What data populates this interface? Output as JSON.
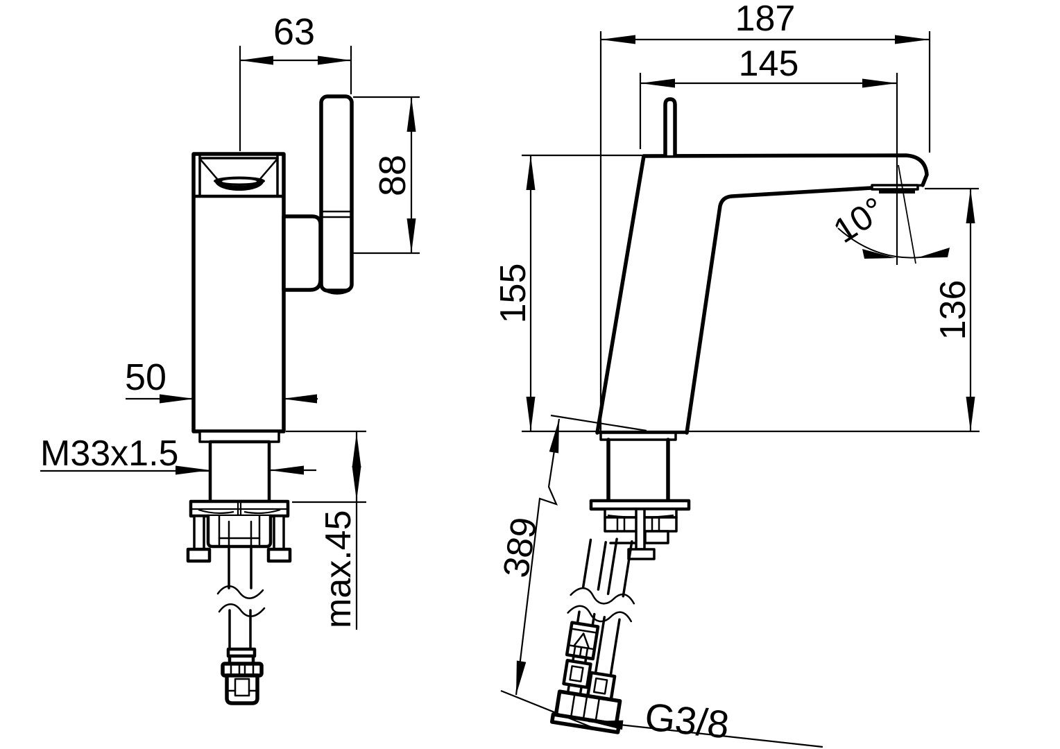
{
  "drawing": {
    "background_color": "#ffffff",
    "line_color": "#000000",
    "left_view": {
      "view_name": "front-view",
      "dims": {
        "handle_offset": "63",
        "handle_height": "88",
        "body_width": "50",
        "mounting_thread": "M33x1.5",
        "max_deck_thickness": "max.45"
      }
    },
    "right_view": {
      "view_name": "side-view",
      "dims": {
        "overall_projection": "187",
        "spout_reach": "145",
        "overall_height": "155",
        "spout_angle": "10°",
        "outlet_height": "136",
        "hose_length": "389",
        "connection_thread": "G3/8"
      }
    }
  }
}
